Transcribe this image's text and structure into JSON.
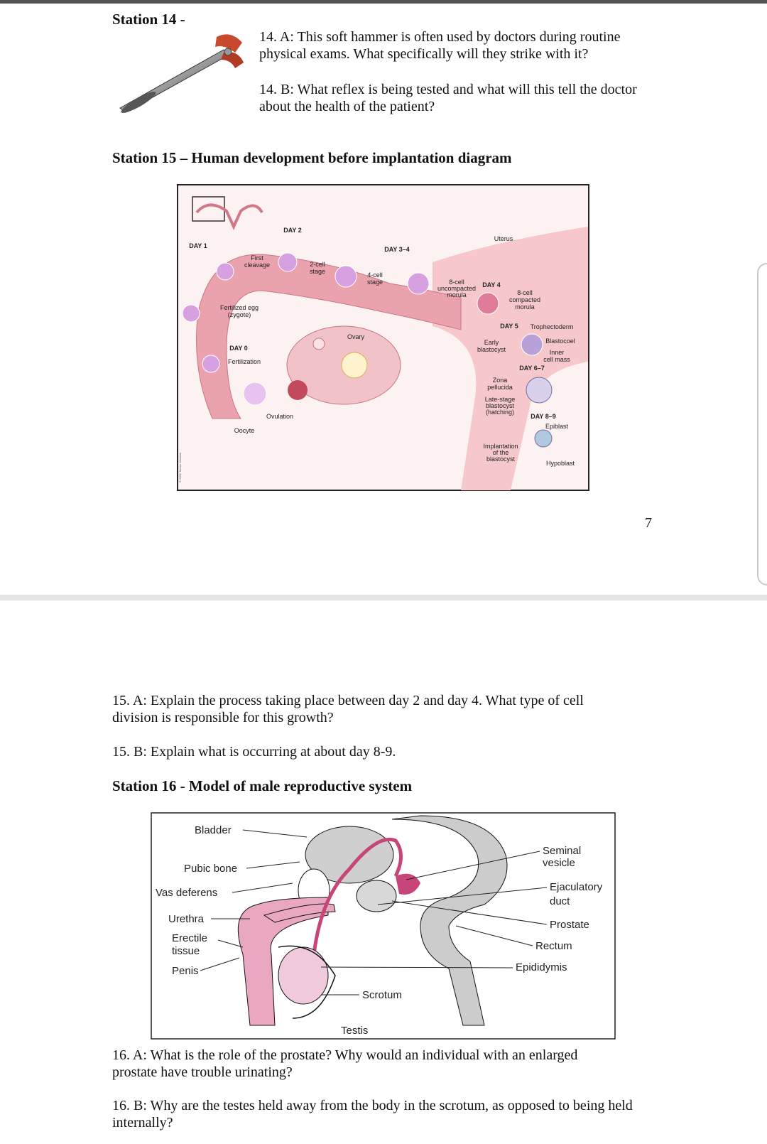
{
  "page": {
    "page_number": "7"
  },
  "station14": {
    "heading": "Station 14 -",
    "qA": "14. A: This soft hammer is often used by doctors during routine physical exams. What specifically will they strike with it?",
    "qB": "14. B: What reflex is being tested and what will this tell the doctor about the health of the patient?"
  },
  "station15": {
    "heading": "Station 15 – Human development before implantation diagram",
    "diagram_labels": {
      "day1": "DAY 1",
      "day2": "DAY 2",
      "day34": "DAY 3–4",
      "uterus": "Uterus",
      "first_cleavage_1": "First",
      "first_cleavage_2": "cleavage",
      "two_cell_1": "2-cell",
      "two_cell_2": "stage",
      "four_cell_1": "4-cell",
      "four_cell_2": "stage",
      "uncompacted_1": "8-cell",
      "uncompacted_2": "uncompacted",
      "uncompacted_3": "morula",
      "day4": "DAY 4",
      "compacted_1": "8-cell",
      "compacted_2": "compacted",
      "compacted_3": "morula",
      "fertilized_1": "Fertilized egg",
      "fertilized_2": "(zygote)",
      "day5": "DAY 5",
      "trophectoderm": "Trophectoderm",
      "ovary": "Ovary",
      "blastocoel": "Blastocoel",
      "early_blasto_1": "Early",
      "early_blasto_2": "blastocyst",
      "inner_cell_1": "Inner",
      "inner_cell_2": "cell mass",
      "day0": "DAY 0",
      "fertilization": "Fertilization",
      "day67": "DAY 6–7",
      "zona_1": "Zona",
      "zona_2": "pellucida",
      "late_1": "Late-stage",
      "late_2": "blastocyst",
      "late_3": "(hatching)",
      "day89": "DAY 8–9",
      "epiblast": "Epiblast",
      "ovulation": "Ovulation",
      "oocyte": "Oocyte",
      "implant_1": "Implantation",
      "implant_2": "of the",
      "implant_3": "blastocyst",
      "hypoblast": "Hypoblast",
      "copyright": "© 2001 Terese Winslow"
    },
    "qA": "15. A: Explain the process taking place between day 2 and day 4. What type of cell division is responsible for this growth?",
    "qB": "15. B: Explain what is occurring at about day 8-9."
  },
  "station16": {
    "heading": "Station 16 - Model of male reproductive system",
    "diagram_labels": {
      "bladder": "Bladder",
      "pubic_bone": "Pubic bone",
      "vas_deferens": "Vas deferens",
      "urethra": "Urethra",
      "erectile_1": "Erectile",
      "erectile_2": "tissue",
      "penis": "Penis",
      "scrotum": "Scrotum",
      "testis": "Testis",
      "seminal_1": "Seminal",
      "seminal_2": "vesicle",
      "ejaculatory_1": "Ejaculatory",
      "ejaculatory_2": "duct",
      "prostate": "Prostate",
      "rectum": "Rectum",
      "epididymis": "Epididymis"
    },
    "qA": "16. A: What is the role of the prostate? Why would an individual with an enlarged prostate have trouble urinating?",
    "qB": "16. B: Why are the testes held away from the body in the scrotum, as opposed to being held internally?"
  }
}
